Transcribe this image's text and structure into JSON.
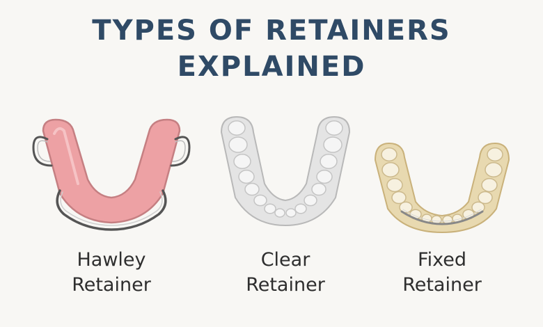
{
  "title": {
    "line1": "TYPES OF RETAINERS",
    "line2": "EXPLAINED"
  },
  "retainers": [
    {
      "line1": "Hawley",
      "line2": "Retainer",
      "icon": "hawley-retainer-icon",
      "color": "#eda1a4",
      "wire": "#555555"
    },
    {
      "line1": "Clear",
      "line2": "Retainer",
      "icon": "clear-retainer-icon",
      "color": "#e4e4e4"
    },
    {
      "line1": "Fixed",
      "line2": "Retainer",
      "icon": "fixed-retainer-icon",
      "color": "#e8d9b0",
      "wire": "#888888"
    }
  ]
}
